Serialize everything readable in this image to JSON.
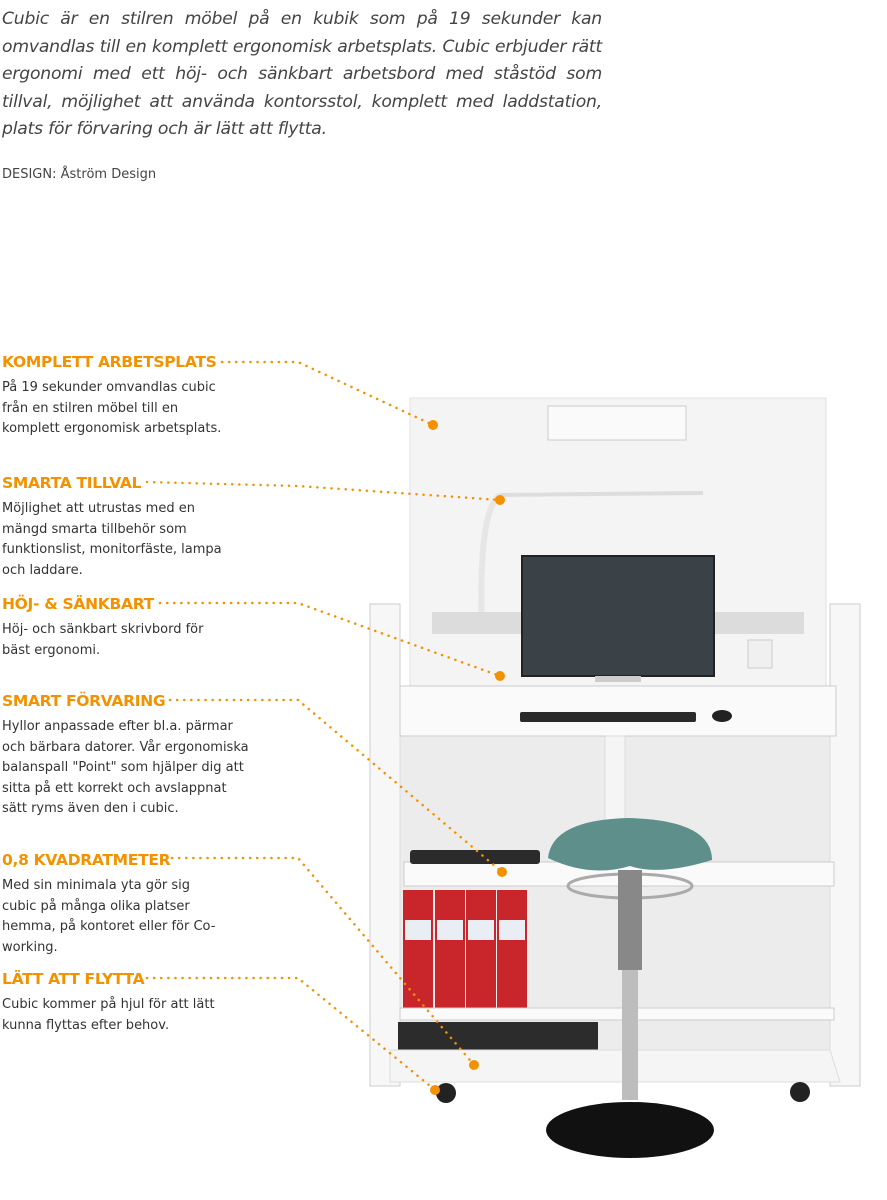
{
  "intro": "Cubic är en stilren möbel på en kubik som på 19 sekunder kan omvandlas till en komplett ergonomisk arbetsplats. Cubic erbjuder rätt ergonomi med ett höj- och sänkbart arbetsbord med ståstöd som tillval, möjlighet att använda kontorsstol, komplett med laddstation, plats för förvaring och är lätt att flytta.",
  "credit": "DESIGN: Åström Design",
  "accent_color": "#f39200",
  "features": [
    {
      "title": "KOMPLETT ARBETSPLATS",
      "text": "På 19 sekunder omvandlas cubic från en stilren möbel till en komplett ergonomisk arbetsplats."
    },
    {
      "title": "SMARTA TILLVAL",
      "text": "Möjlighet att utrustas med en mängd smarta tillbehör som funktionslist, monitorfäste, lampa och laddare."
    },
    {
      "title": "HÖJ- & SÄNKBART",
      "text": "Höj- och sänkbart skrivbord för bäst ergonomi."
    },
    {
      "title": "SMART FÖRVARING",
      "text": "Hyllor anpassade efter bl.a. pärmar och bärbara datorer.  Vår ergonomiska balanspall \"Point\" som hjälper dig att sitta på ett korrekt och avslappnat sätt ryms även den i cubic."
    },
    {
      "title": "0,8 KVADRATMETER",
      "text": "Med sin minimala yta gör sig cubic på många olika platser hemma, på kontoret eller för Co-working."
    },
    {
      "title": "LÄTT ATT FLYTTA",
      "text": "Cubic kommer på hjul för att lätt kunna flyttas efter behov."
    }
  ]
}
